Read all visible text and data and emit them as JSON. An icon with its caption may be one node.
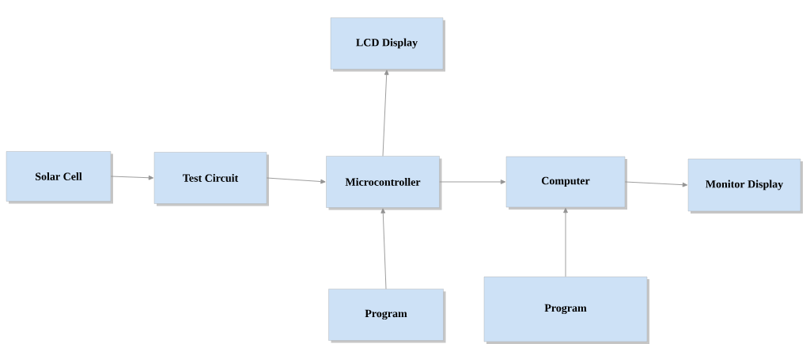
{
  "diagram": {
    "nodes": [
      {
        "text": [
          "LCD Display"
        ]
      },
      {
        "text": [
          "Solar Cell"
        ]
      },
      {
        "text": [
          "Test Circuit"
        ]
      },
      {
        "text": [
          "Microcontroller"
        ]
      },
      {
        "text": [
          "Computer"
        ]
      },
      {
        "text": [
          "Monitor Display"
        ]
      },
      {
        "text": [
          "Program"
        ]
      },
      {
        "text": [
          "Program"
        ]
      }
    ],
    "edges": [
      {
        "from": 1,
        "to": 2,
        "arrow": "to"
      },
      {
        "from": 2,
        "to": 3,
        "arrow": "to"
      },
      {
        "from": 3,
        "to": 4,
        "arrow": "to"
      },
      {
        "from": 4,
        "to": 5,
        "arrow": "to"
      },
      {
        "from": 3,
        "to": 0,
        "arrow": "to"
      },
      {
        "from": 6,
        "to": 3,
        "arrow": "to"
      },
      {
        "from": 7,
        "to": 4,
        "arrow": "to"
      }
    ]
  }
}
